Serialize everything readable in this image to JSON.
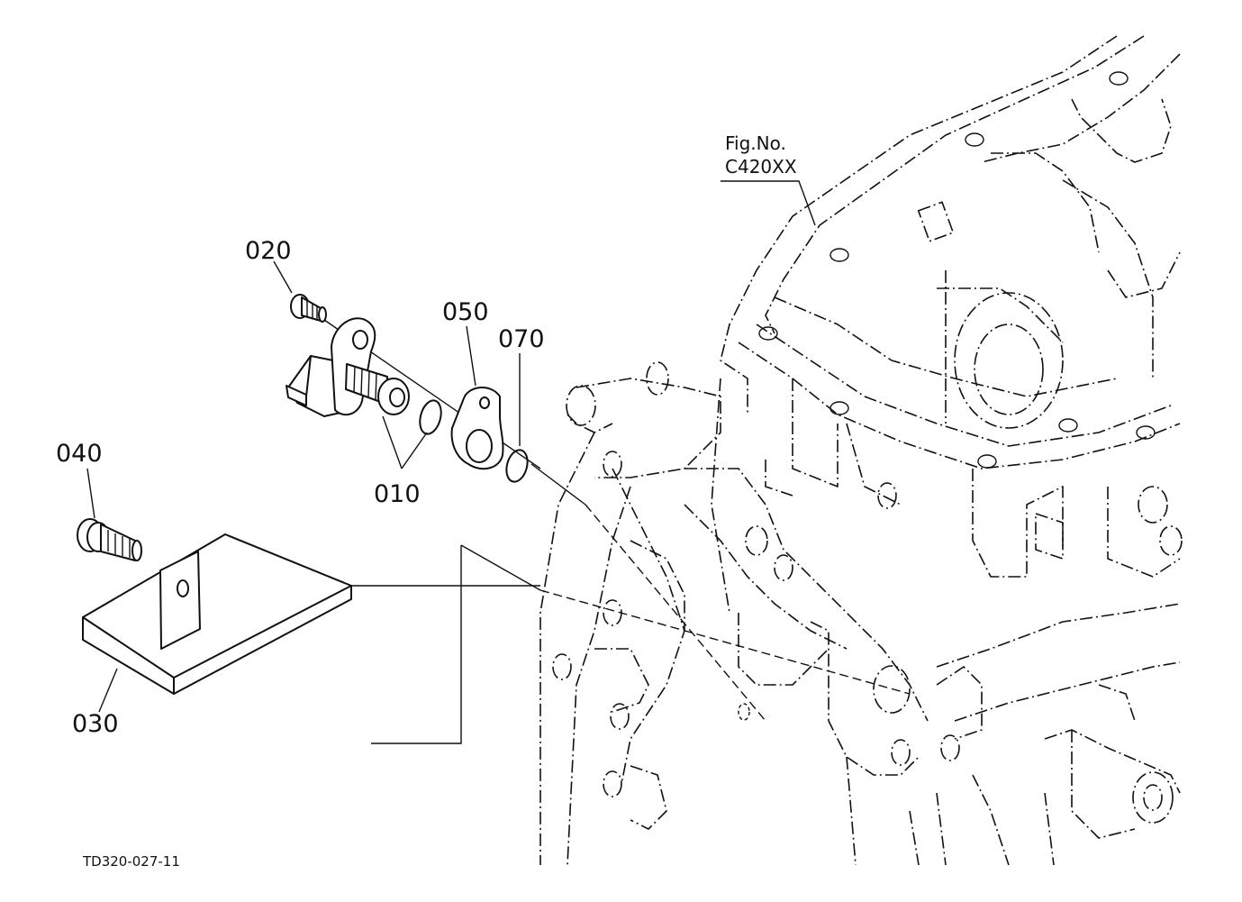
{
  "figure_ref": {
    "line1": "Fig.No.",
    "line2": "C420XX"
  },
  "drawing_id": "TD320-027-11",
  "callouts": [
    {
      "id": "020",
      "label": "020"
    },
    {
      "id": "050",
      "label": "050"
    },
    {
      "id": "070",
      "label": "070"
    },
    {
      "id": "010",
      "label": "010"
    },
    {
      "id": "040",
      "label": "040"
    },
    {
      "id": "030",
      "label": "030"
    }
  ],
  "parts": {
    "sensor": "sensor-assembly",
    "bolt_small": "flange-bolt",
    "gasket": "gasket-plate",
    "o_ring": "o-ring",
    "bracket": "bracket-plate",
    "bolt_large": "flange-bolt"
  }
}
